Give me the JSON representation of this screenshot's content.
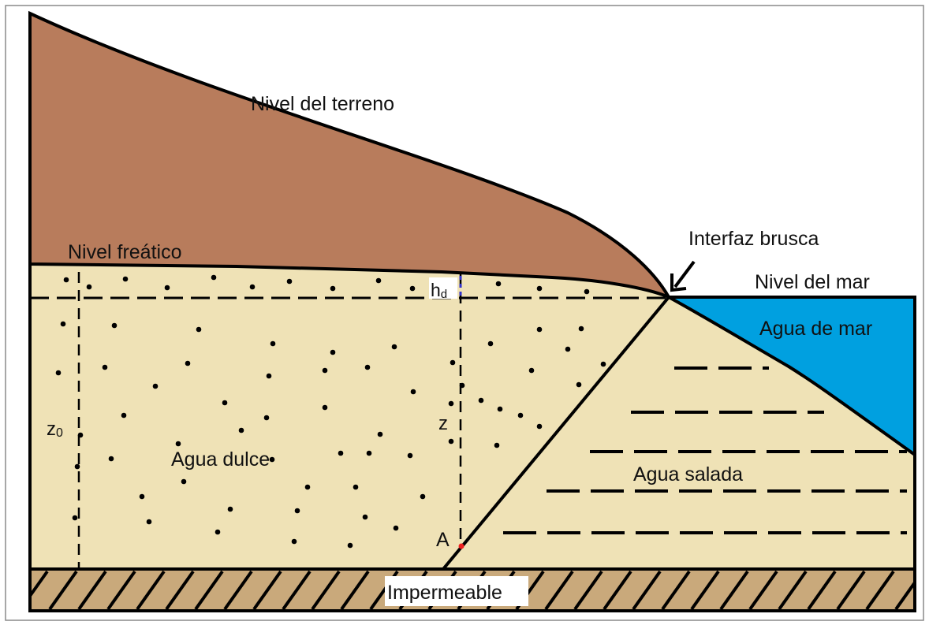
{
  "labels": {
    "ground_level": "Nivel del terreno",
    "water_table": "Nivel freático",
    "sharp_interface": "Interfaz brusca",
    "sea_level": "Nivel del mar",
    "sea_water": "Agua de mar",
    "fresh_water": "Agua dulce",
    "salt_water": "Agua salada",
    "impermeable": "Impermeable",
    "z0": "z",
    "z0_sub": "0",
    "z": "z",
    "hd": "h",
    "hd_sub": "d",
    "point_a": "A"
  },
  "colors": {
    "terrain": "#b87c5c",
    "sand": "#efe2b6",
    "sea": "#00a0e0",
    "impermeable_base": "#c9a97b",
    "point_a": "#ee2020",
    "hd_label": "#3333cc"
  }
}
